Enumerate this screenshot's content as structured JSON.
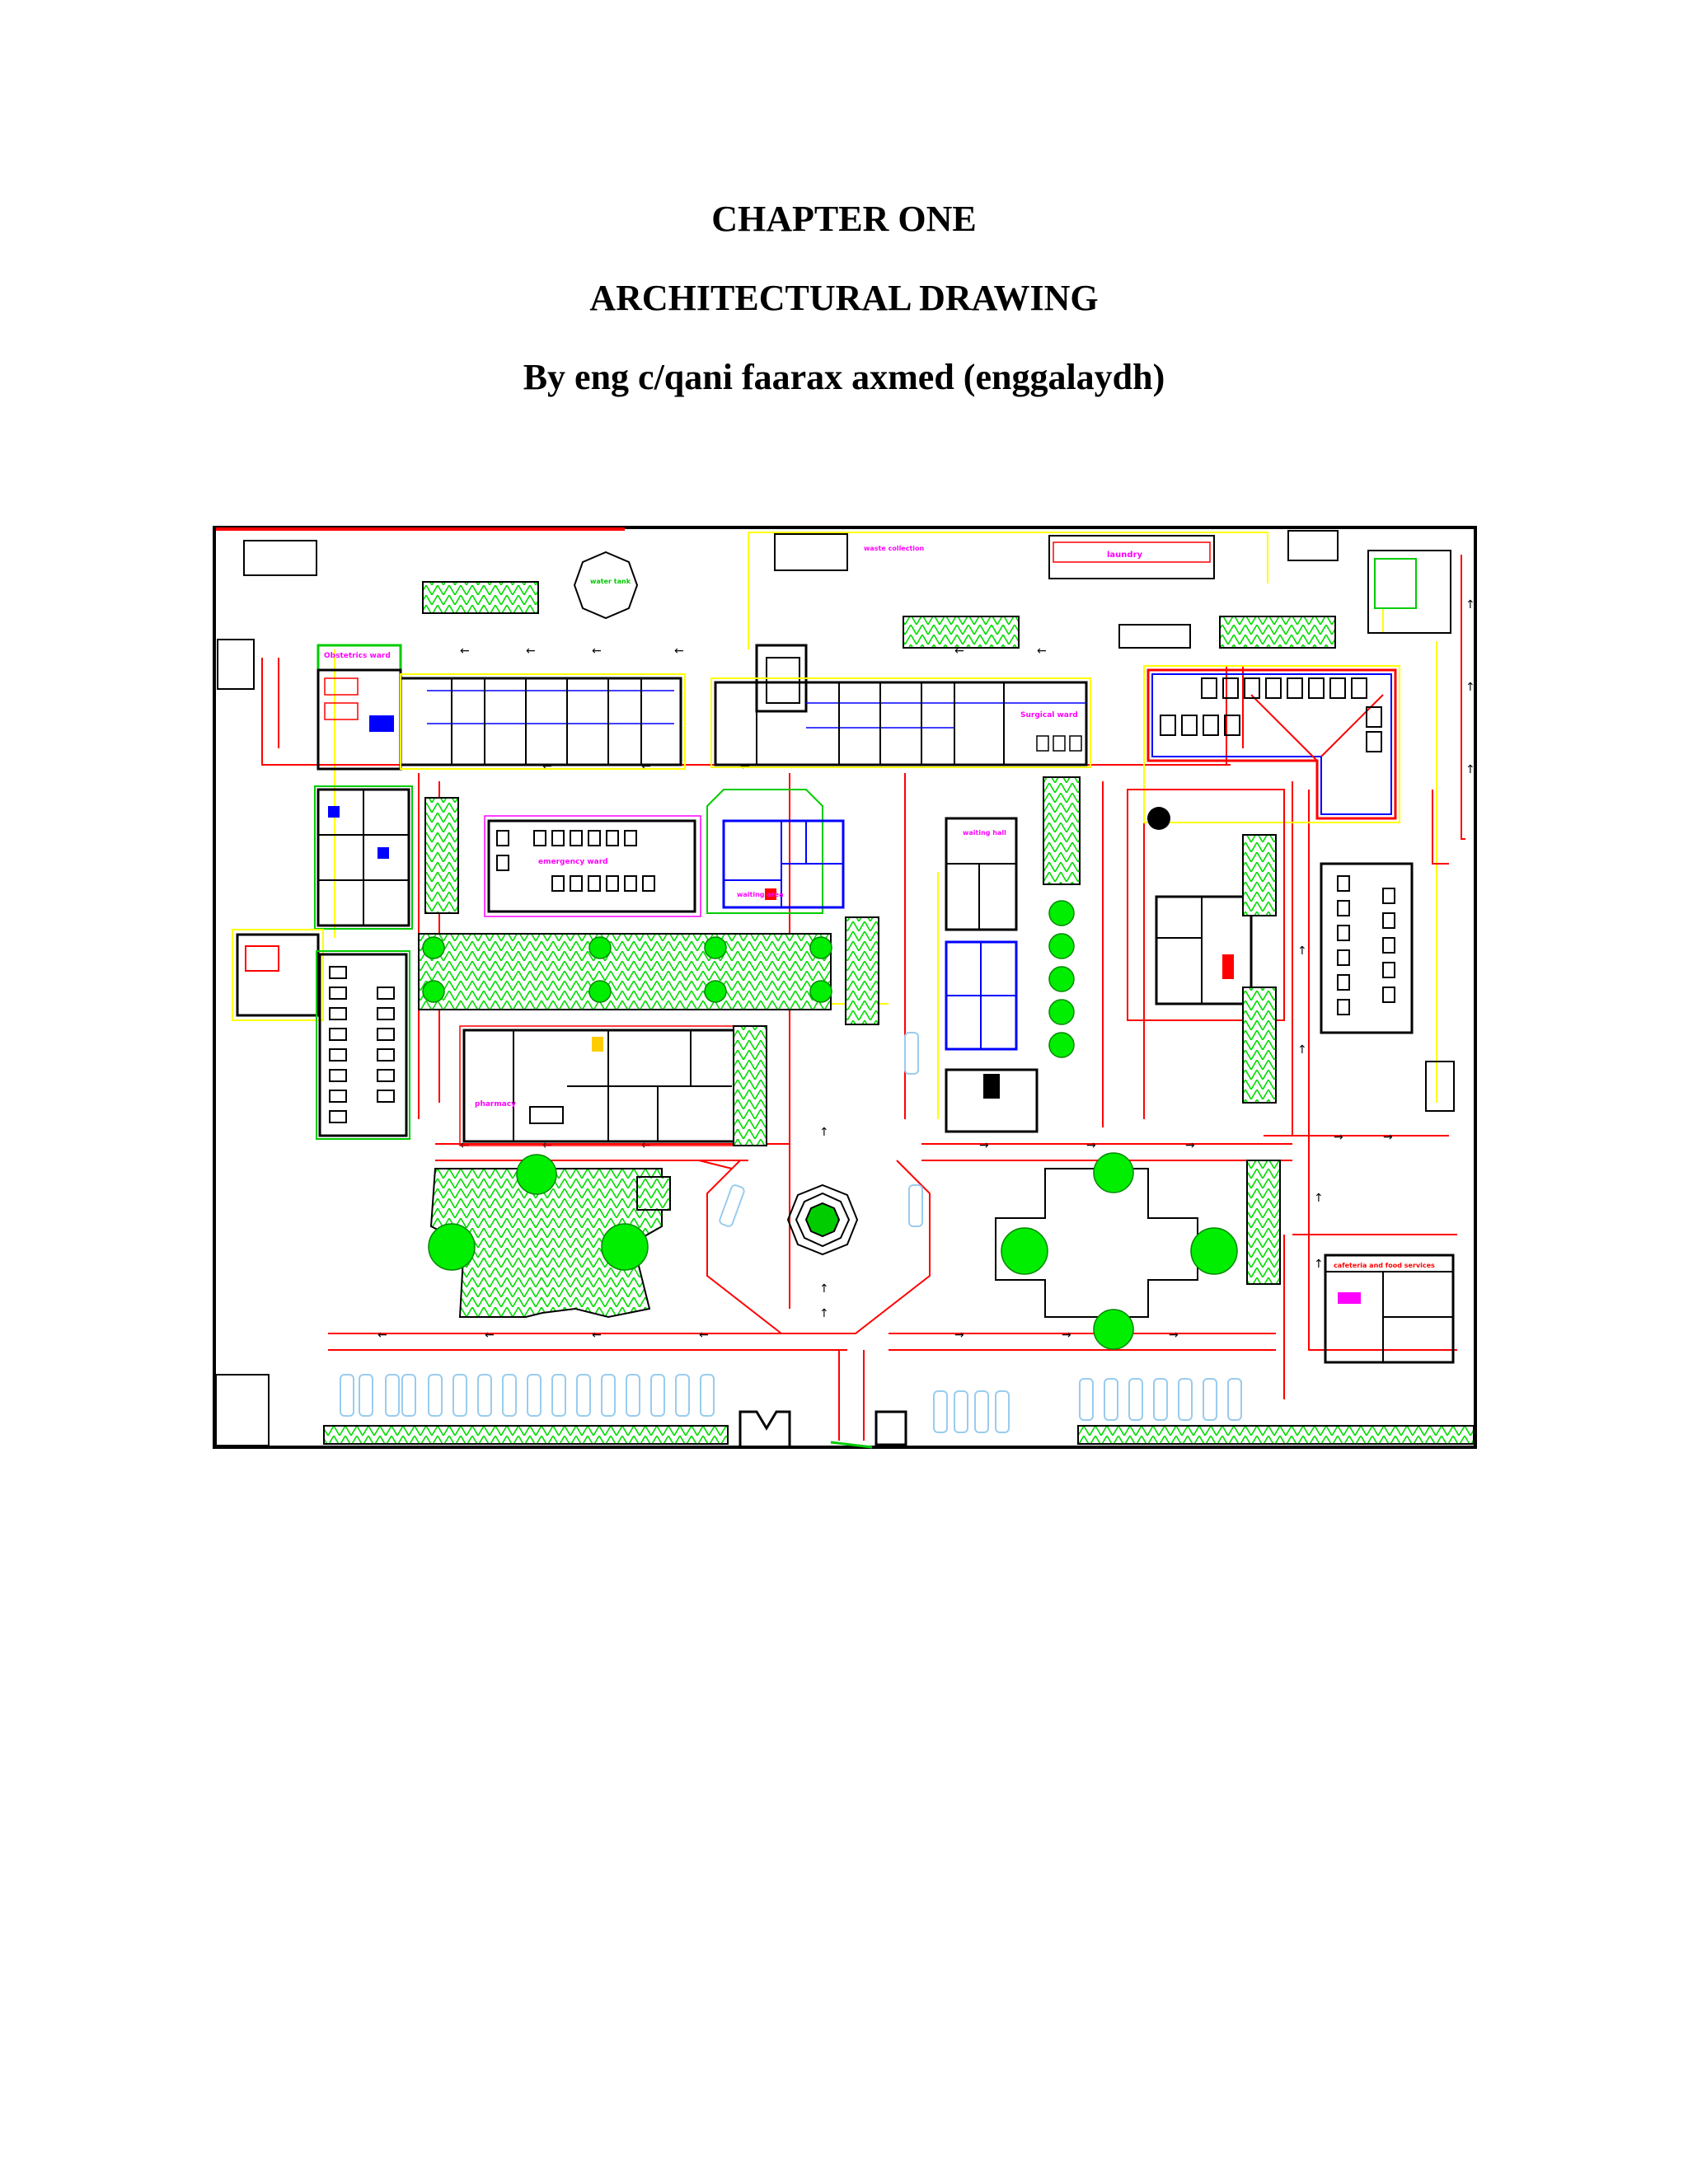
{
  "page": {
    "chapter": "CHAPTER ONE",
    "title": "ARCHITECTURAL DRAWING",
    "author": "By eng c/qani faarax axmed (enggalaydh)"
  },
  "plan": {
    "labels": {
      "laundry": "laundry",
      "emergency_ward": "emergency ward",
      "surgical_ward": "Surgical ward",
      "obstetrics_ward": "Obstetrics ward",
      "pharmacy": "pharmacy",
      "waiting_area": "waiting area",
      "waiting_hall": "waiting hall",
      "cafeteria": "cafeteria and food services",
      "water_tank": "water tank",
      "waste_collection": "waste collection"
    },
    "colors": {
      "wall": "#000000",
      "road": "#ff0000",
      "boundary": "#ffff00",
      "green": "#00ff00",
      "partition": "#0000ff",
      "text": "#ff00ff",
      "car": "#99ccee",
      "door": "#00ffff"
    }
  }
}
